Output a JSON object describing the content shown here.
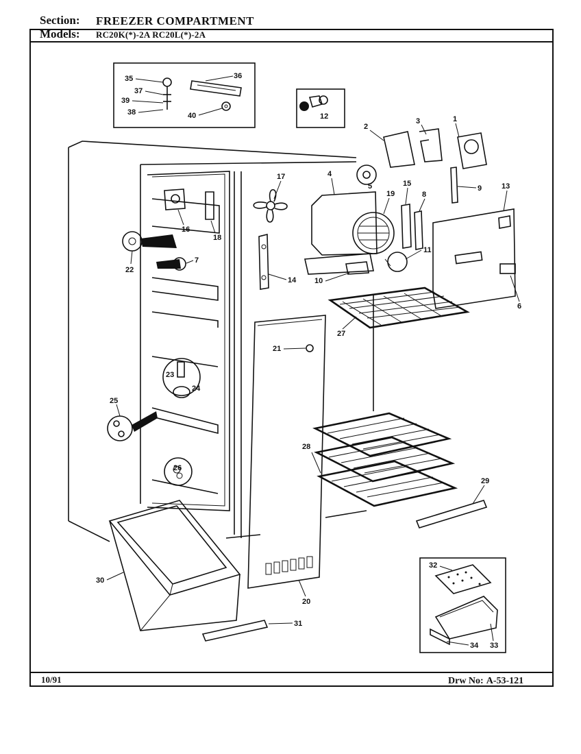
{
  "header": {
    "section_label": "Section:",
    "section_value": "FREEZER COMPARTMENT",
    "models_label": "Models:",
    "models_value": "RC20K(*)-2A   RC20L(*)-2A"
  },
  "footer": {
    "date": "10/91",
    "drawing_label": "Drw No:",
    "drawing_number": "A-53-121"
  },
  "part_callouts": [
    "1",
    "2",
    "3",
    "4",
    "5",
    "6",
    "7",
    "8",
    "9",
    "10",
    "11",
    "12",
    "13",
    "14",
    "15",
    "16",
    "17",
    "18",
    "19",
    "20",
    "21",
    "22",
    "23",
    "24",
    "25",
    "26",
    "27",
    "28",
    "29",
    "30",
    "31",
    "32",
    "33",
    "34",
    "35",
    "36",
    "37",
    "38",
    "39",
    "40"
  ]
}
